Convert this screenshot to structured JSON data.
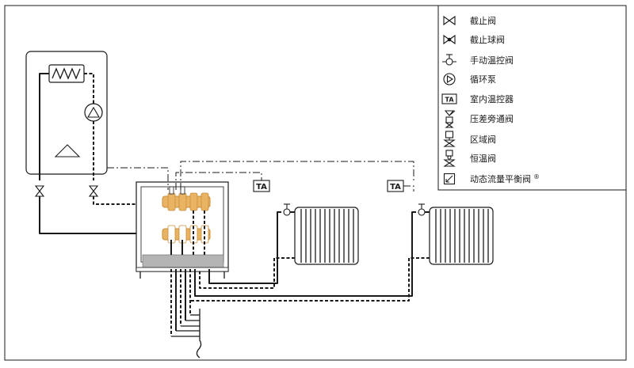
{
  "legend": {
    "items": [
      {
        "icon": "gate-valve-icon",
        "label": "截止阀"
      },
      {
        "icon": "ball-valve-icon",
        "label": "截止球阀"
      },
      {
        "icon": "manual-thermostatic-valve-icon",
        "label": "手动温控阀"
      },
      {
        "icon": "circulation-pump-icon",
        "label": "循环泵"
      },
      {
        "icon": "room-thermostat-icon",
        "label": "室内温控器"
      },
      {
        "icon": "differential-pressure-bypass-valve-icon",
        "label": "压差旁通阀"
      },
      {
        "icon": "zone-valve-icon",
        "label": "区域阀"
      },
      {
        "icon": "thermostatic-valve-icon",
        "label": "恒温阀"
      },
      {
        "icon": "dynamic-flow-balancing-valve-icon",
        "label": "动态流量平衡阀",
        "mark": "®"
      }
    ]
  },
  "thermostats": {
    "room_a": "TA",
    "room_b": "TA"
  },
  "colors": {
    "line": "#1a1a1a",
    "manifold_brass": "#e8b464",
    "manifold_shade": "#c98c3a",
    "panel_grey": "#b4b4b4"
  }
}
